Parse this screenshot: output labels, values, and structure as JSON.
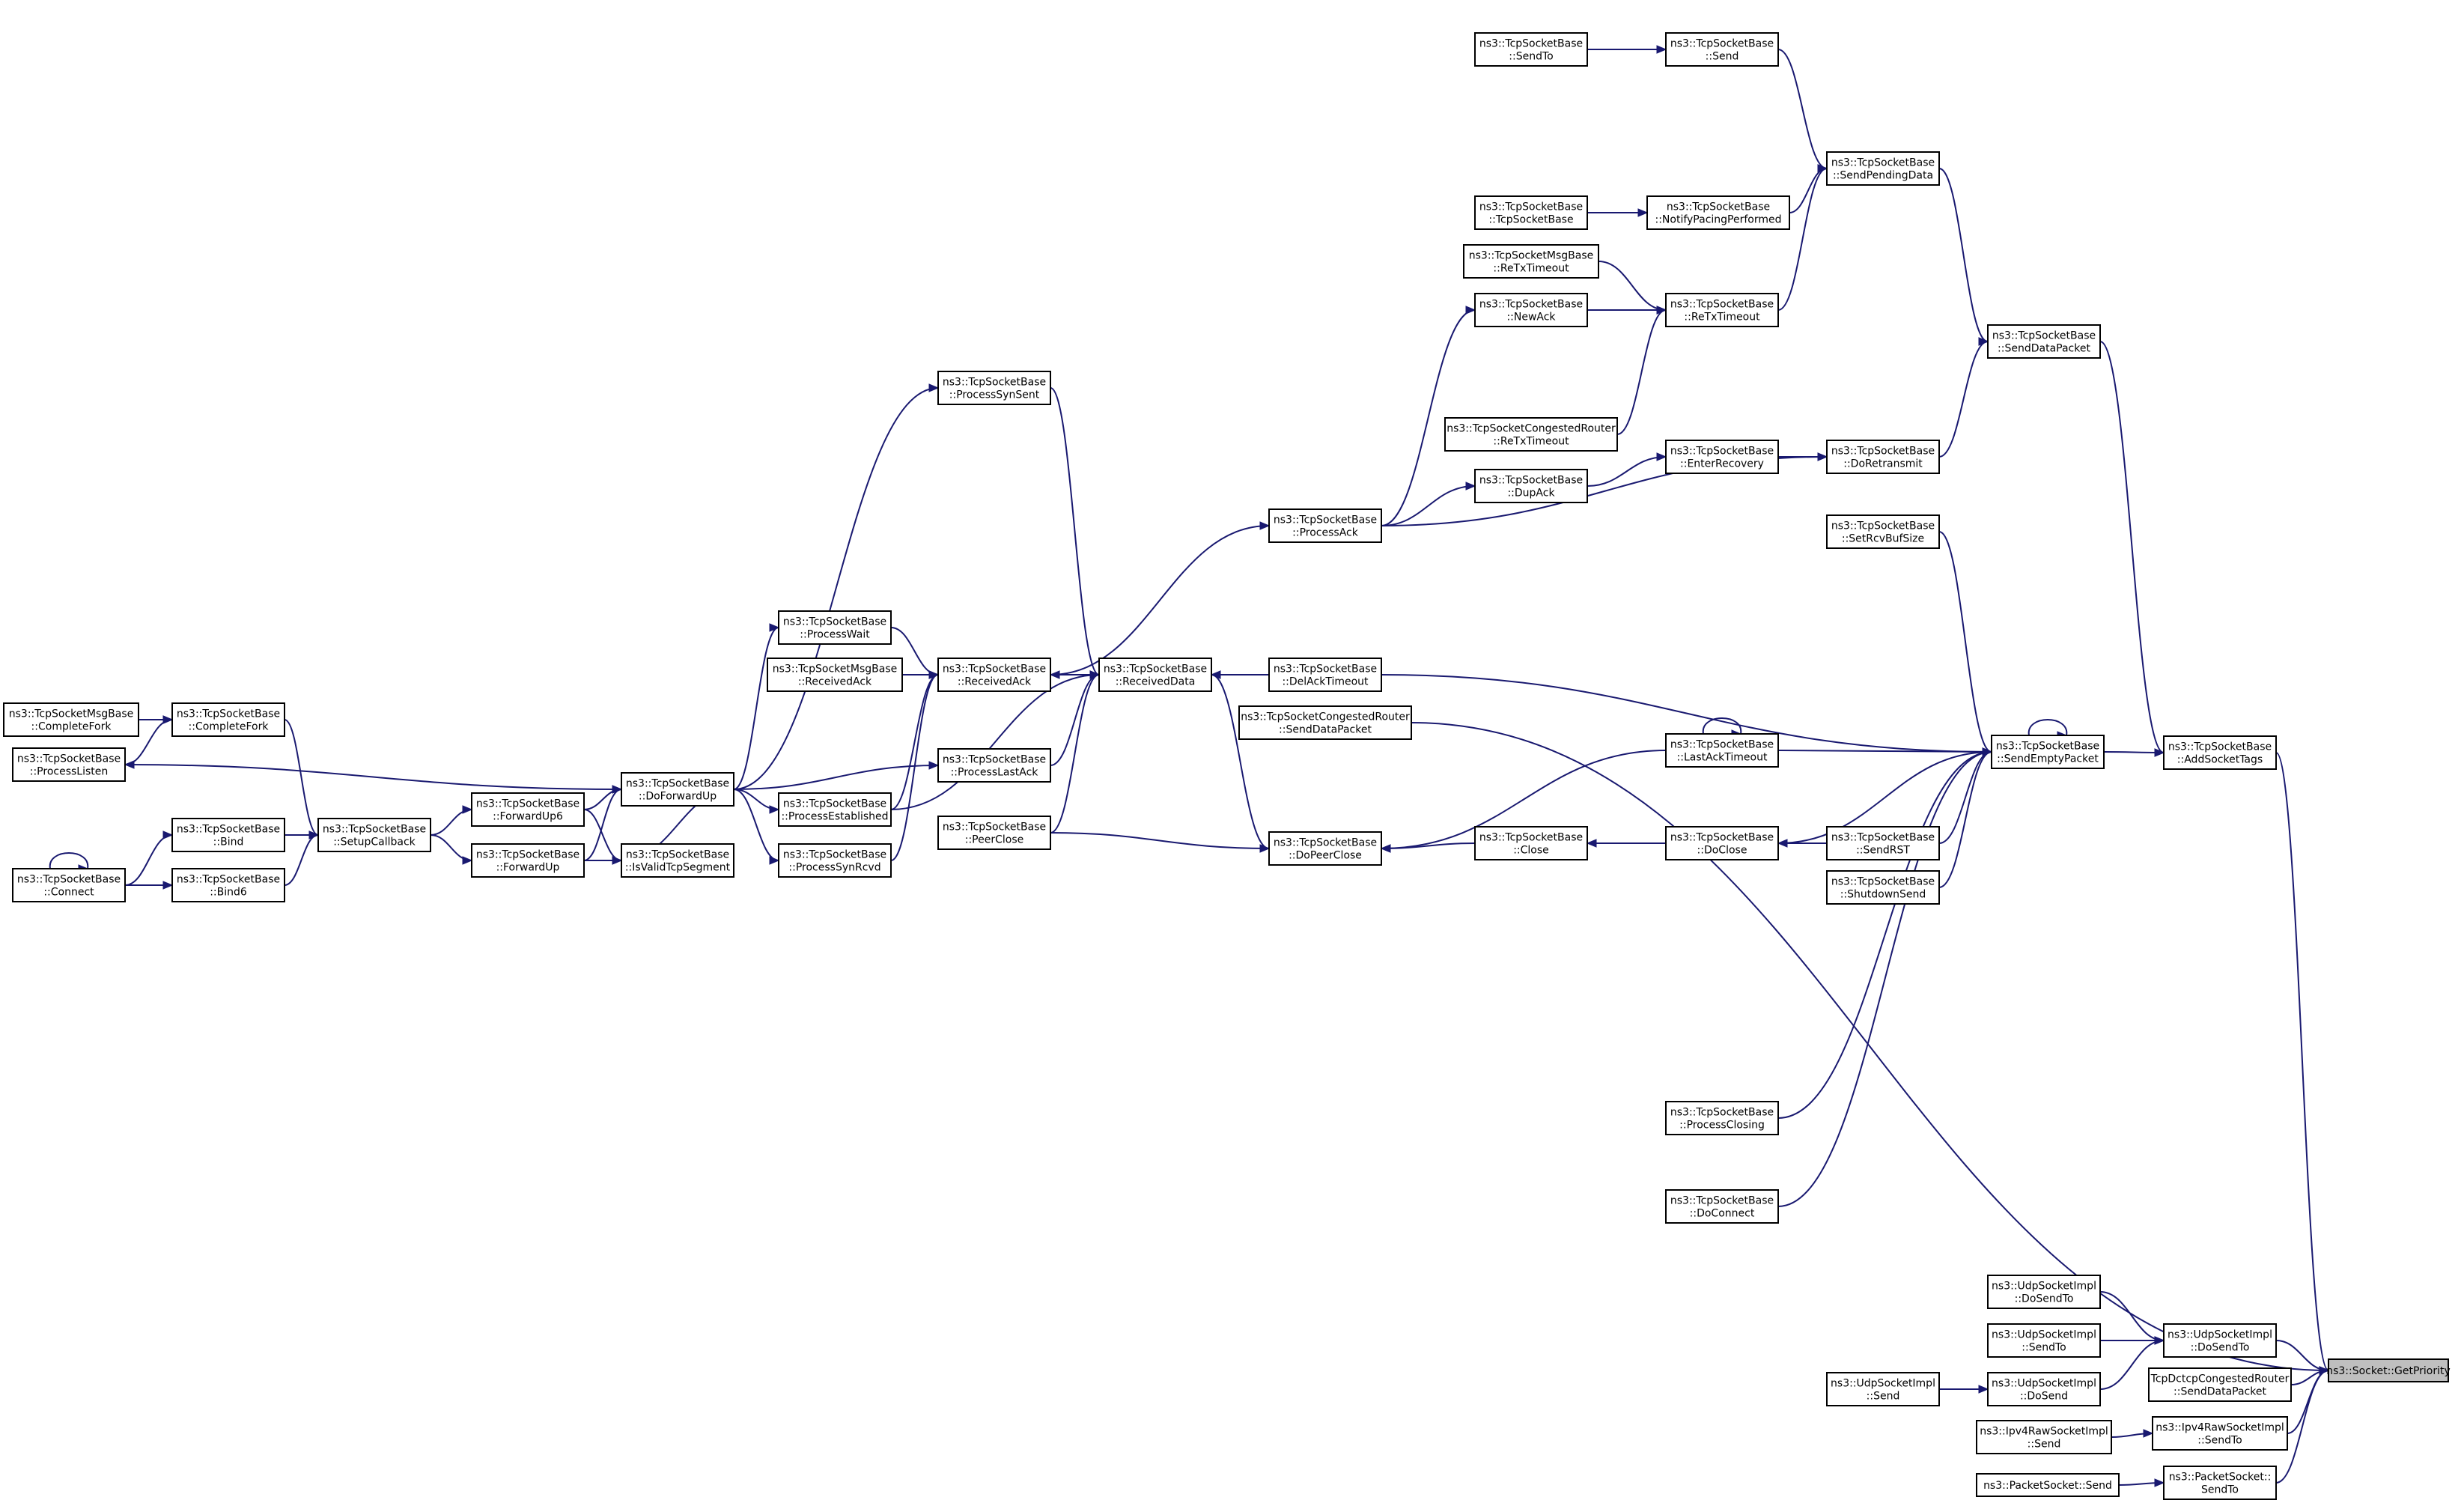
{
  "graph": {
    "focus_node": "ns3::Socket::GetPriority",
    "edge_color": "#191970",
    "focus_fill": "#bfbfbf",
    "nodes": [
      {
        "id": "getpriority",
        "lines": [
          "ns3::Socket::GetPriority"
        ],
        "focus": true
      },
      {
        "id": "addsockettags",
        "lines": [
          "ns3::TcpSocketBase",
          "::AddSocketTags"
        ]
      },
      {
        "id": "udp_dosendto",
        "lines": [
          "ns3::UdpSocketImpl",
          "::DoSendTo"
        ]
      },
      {
        "id": "dctcp_senddata",
        "lines": [
          "TcpDctcpCongestedRouter",
          "::SendDataPacket"
        ]
      },
      {
        "id": "ipv4raw_sendto",
        "lines": [
          "ns3::Ipv4RawSocketImpl",
          "::SendTo"
        ]
      },
      {
        "id": "packet_sendto",
        "lines": [
          "ns3::PacketSocket::",
          "SendTo"
        ]
      },
      {
        "id": "udp_dosendto2",
        "lines": [
          "ns3::UdpSocketImpl",
          "::DoSendTo"
        ]
      },
      {
        "id": "udp_sendto",
        "lines": [
          "ns3::UdpSocketImpl",
          "::SendTo"
        ]
      },
      {
        "id": "udp_dosend",
        "lines": [
          "ns3::UdpSocketImpl",
          "::DoSend"
        ]
      },
      {
        "id": "udp_send",
        "lines": [
          "ns3::UdpSocketImpl",
          "::Send"
        ]
      },
      {
        "id": "ipv4raw_send",
        "lines": [
          "ns3::Ipv4RawSocketImpl",
          "::Send"
        ]
      },
      {
        "id": "packet_send",
        "lines": [
          "ns3::PacketSocket::Send"
        ]
      },
      {
        "id": "sendemptypacket",
        "lines": [
          "ns3::TcpSocketBase",
          "::SendEmptyPacket"
        ]
      },
      {
        "id": "senddatapacket",
        "lines": [
          "ns3::TcpSocketBase",
          "::SendDataPacket"
        ]
      },
      {
        "id": "sendpendingdata",
        "lines": [
          "ns3::TcpSocketBase",
          "::SendPendingData"
        ]
      },
      {
        "id": "send",
        "lines": [
          "ns3::TcpSocketBase",
          "::Send"
        ]
      },
      {
        "id": "sendto",
        "lines": [
          "ns3::TcpSocketBase",
          "::SendTo"
        ]
      },
      {
        "id": "notifypacing",
        "lines": [
          "ns3::TcpSocketBase",
          "::NotifyPacingPerformed"
        ]
      },
      {
        "id": "ctor",
        "lines": [
          "ns3::TcpSocketBase",
          "::TcpSocketBase"
        ]
      },
      {
        "id": "msg_retx",
        "lines": [
          "ns3::TcpSocketMsgBase",
          "::ReTxTimeout"
        ]
      },
      {
        "id": "retxtimeout",
        "lines": [
          "ns3::TcpSocketBase",
          "::ReTxTimeout"
        ]
      },
      {
        "id": "newack",
        "lines": [
          "ns3::TcpSocketBase",
          "::NewAck"
        ]
      },
      {
        "id": "cong_retx",
        "lines": [
          "ns3::TcpSocketCongestedRouter",
          "::ReTxTimeout"
        ]
      },
      {
        "id": "enterrecovery",
        "lines": [
          "ns3::TcpSocketBase",
          "::EnterRecovery"
        ]
      },
      {
        "id": "doretransmit",
        "lines": [
          "ns3::TcpSocketBase",
          "::DoRetransmit"
        ]
      },
      {
        "id": "dupack",
        "lines": [
          "ns3::TcpSocketBase",
          "::DupAck"
        ]
      },
      {
        "id": "processack",
        "lines": [
          "ns3::TcpSocketBase",
          "::ProcessAck"
        ]
      },
      {
        "id": "setrcvbuf",
        "lines": [
          "ns3::TcpSocketBase",
          "::SetRcvBufSize"
        ]
      },
      {
        "id": "processsynsent",
        "lines": [
          "ns3::TcpSocketBase",
          "::ProcessSynSent"
        ]
      },
      {
        "id": "processwait",
        "lines": [
          "ns3::TcpSocketBase",
          "::ProcessWait"
        ]
      },
      {
        "id": "msg_recvack",
        "lines": [
          "ns3::TcpSocketMsgBase",
          "::ReceivedAck"
        ]
      },
      {
        "id": "receivedack",
        "lines": [
          "ns3::TcpSocketBase",
          "::ReceivedAck"
        ]
      },
      {
        "id": "receiveddata",
        "lines": [
          "ns3::TcpSocketBase",
          "::ReceivedData"
        ]
      },
      {
        "id": "delacktimeout",
        "lines": [
          "ns3::TcpSocketBase",
          "::DelAckTimeout"
        ]
      },
      {
        "id": "cong_senddata",
        "lines": [
          "ns3::TcpSocketCongestedRouter",
          "::SendDataPacket"
        ]
      },
      {
        "id": "lastacktimeout",
        "lines": [
          "ns3::TcpSocketBase",
          "::LastAckTimeout"
        ]
      },
      {
        "id": "processlastack",
        "lines": [
          "ns3::TcpSocketBase",
          "::ProcessLastAck"
        ]
      },
      {
        "id": "sendrst",
        "lines": [
          "ns3::TcpSocketBase",
          "::SendRST"
        ]
      },
      {
        "id": "shutdownsend",
        "lines": [
          "ns3::TcpSocketBase",
          "::ShutdownSend"
        ]
      },
      {
        "id": "doclose",
        "lines": [
          "ns3::TcpSocketBase",
          "::DoClose"
        ]
      },
      {
        "id": "close",
        "lines": [
          "ns3::TcpSocketBase",
          "::Close"
        ]
      },
      {
        "id": "dopeerclose",
        "lines": [
          "ns3::TcpSocketBase",
          "::DoPeerClose"
        ]
      },
      {
        "id": "peerclose",
        "lines": [
          "ns3::TcpSocketBase",
          "::PeerClose"
        ]
      },
      {
        "id": "processestablished",
        "lines": [
          "ns3::TcpSocketBase",
          "::ProcessEstablished"
        ]
      },
      {
        "id": "processsynrcvd",
        "lines": [
          "ns3::TcpSocketBase",
          "::ProcessSynRcvd"
        ]
      },
      {
        "id": "doforwardup",
        "lines": [
          "ns3::TcpSocketBase",
          "::DoForwardUp"
        ]
      },
      {
        "id": "isvalidtcp",
        "lines": [
          "ns3::TcpSocketBase",
          "::IsValidTcpSegment"
        ]
      },
      {
        "id": "forwardup6",
        "lines": [
          "ns3::TcpSocketBase",
          "::ForwardUp6"
        ]
      },
      {
        "id": "forwardup",
        "lines": [
          "ns3::TcpSocketBase",
          "::ForwardUp"
        ]
      },
      {
        "id": "setupcallback",
        "lines": [
          "ns3::TcpSocketBase",
          "::SetupCallback"
        ]
      },
      {
        "id": "bind",
        "lines": [
          "ns3::TcpSocketBase",
          "::Bind"
        ]
      },
      {
        "id": "bind6",
        "lines": [
          "ns3::TcpSocketBase",
          "::Bind6"
        ]
      },
      {
        "id": "connect",
        "lines": [
          "ns3::TcpSocketBase",
          "::Connect"
        ]
      },
      {
        "id": "completefork",
        "lines": [
          "ns3::TcpSocketBase",
          "::CompleteFork"
        ]
      },
      {
        "id": "msg_completefork",
        "lines": [
          "ns3::TcpSocketMsgBase",
          "::CompleteFork"
        ]
      },
      {
        "id": "processlisten",
        "lines": [
          "ns3::TcpSocketBase",
          "::ProcessListen"
        ]
      },
      {
        "id": "processclosing",
        "lines": [
          "ns3::TcpSocketBase",
          "::ProcessClosing"
        ]
      },
      {
        "id": "doconnect",
        "lines": [
          "ns3::TcpSocketBase",
          "::DoConnect"
        ]
      }
    ],
    "edges": [
      [
        "addsockettags",
        "getpriority"
      ],
      [
        "udp_dosendto",
        "getpriority"
      ],
      [
        "dctcp_senddata",
        "getpriority"
      ],
      [
        "ipv4raw_sendto",
        "getpriority"
      ],
      [
        "packet_sendto",
        "getpriority"
      ],
      [
        "cong_senddata",
        "getpriority"
      ],
      [
        "udp_dosendto2",
        "udp_dosendto"
      ],
      [
        "udp_sendto",
        "udp_dosendto"
      ],
      [
        "udp_dosend",
        "udp_dosendto"
      ],
      [
        "udp_send",
        "udp_dosend"
      ],
      [
        "ipv4raw_send",
        "ipv4raw_sendto"
      ],
      [
        "packet_send",
        "packet_sendto"
      ],
      [
        "sendemptypacket",
        "addsockettags"
      ],
      [
        "senddatapacket",
        "addsockettags"
      ],
      [
        "sendpendingdata",
        "senddatapacket"
      ],
      [
        "doretransmit",
        "senddatapacket"
      ],
      [
        "send",
        "sendpendingdata"
      ],
      [
        "sendto",
        "send"
      ],
      [
        "notifypacing",
        "sendpendingdata"
      ],
      [
        "ctor",
        "notifypacing"
      ],
      [
        "retxtimeout",
        "sendpendingdata"
      ],
      [
        "msg_retx",
        "retxtimeout"
      ],
      [
        "newack",
        "retxtimeout"
      ],
      [
        "cong_retx",
        "retxtimeout"
      ],
      [
        "enterrecovery",
        "doretransmit"
      ],
      [
        "dupack",
        "enterrecovery"
      ],
      [
        "processack",
        "dupack"
      ],
      [
        "processack",
        "newack"
      ],
      [
        "processack",
        "doretransmit"
      ],
      [
        "receivedack",
        "processack"
      ],
      [
        "msg_recvack",
        "receivedack"
      ],
      [
        "receiveddata",
        "receivedack"
      ],
      [
        "processwait",
        "receivedack"
      ],
      [
        "processsynsent",
        "receiveddata"
      ],
      [
        "delacktimeout",
        "receiveddata"
      ],
      [
        "processestablished",
        "receiveddata"
      ],
      [
        "processlastack",
        "receiveddata"
      ],
      [
        "peerclose",
        "receiveddata"
      ],
      [
        "processsynrcvd",
        "receivedack"
      ],
      [
        "processestablished",
        "receivedack"
      ],
      [
        "dopeerclose",
        "receiveddata"
      ],
      [
        "lastacktimeout",
        "dopeerclose"
      ],
      [
        "close",
        "dopeerclose"
      ],
      [
        "doclose",
        "close"
      ],
      [
        "sendrst",
        "doclose"
      ],
      [
        "peerclose",
        "dopeerclose"
      ],
      [
        "doforwardup",
        "processsynsent"
      ],
      [
        "doforwardup",
        "processwait"
      ],
      [
        "doforwardup",
        "processestablished"
      ],
      [
        "doforwardup",
        "processsynrcvd"
      ],
      [
        "doforwardup",
        "processlastack"
      ],
      [
        "doforwardup",
        "processlisten"
      ],
      [
        "isvalidtcp",
        "doforwardup"
      ],
      [
        "forwardup6",
        "doforwardup"
      ],
      [
        "forwardup",
        "doforwardup"
      ],
      [
        "forwardup",
        "isvalidtcp"
      ],
      [
        "forwardup6",
        "isvalidtcp"
      ],
      [
        "setupcallback",
        "forwardup6"
      ],
      [
        "setupcallback",
        "forwardup"
      ],
      [
        "bind",
        "setupcallback"
      ],
      [
        "bind6",
        "setupcallback"
      ],
      [
        "connect",
        "bind"
      ],
      [
        "connect",
        "bind6"
      ],
      [
        "connect",
        "connect"
      ],
      [
        "completefork",
        "setupcallback"
      ],
      [
        "msg_completefork",
        "completefork"
      ],
      [
        "processlisten",
        "completefork"
      ],
      [
        "lastacktimeout",
        "lastacktimeout"
      ],
      [
        "sendemptypacket",
        "sendemptypacket"
      ],
      [
        "sendrst",
        "sendemptypacket"
      ],
      [
        "shutdownsend",
        "sendemptypacket"
      ],
      [
        "setrcvbuf",
        "sendemptypacket"
      ],
      [
        "doclose",
        "sendemptypacket"
      ],
      [
        "lastacktimeout",
        "sendemptypacket"
      ],
      [
        "delacktimeout",
        "sendemptypacket"
      ],
      [
        "processclosing",
        "sendemptypacket"
      ],
      [
        "doconnect",
        "sendemptypacket"
      ]
    ]
  }
}
